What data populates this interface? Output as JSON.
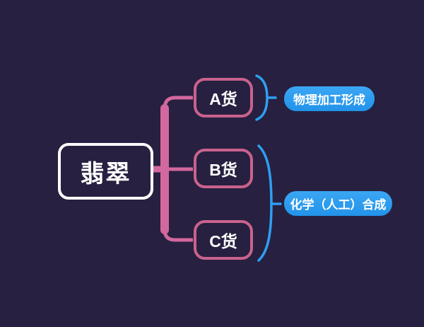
{
  "canvas": {
    "background_color": "#272040"
  },
  "colors": {
    "branch_pink": "#d2689e",
    "node_border_pink": "#c9628d",
    "root_border_white": "#ffffff",
    "accent_blue": "#2e9ff2",
    "text_white": "#ffffff"
  },
  "mindmap": {
    "root": {
      "label": "翡翠"
    },
    "children": [
      {
        "label": "A货"
      },
      {
        "label": "B货"
      },
      {
        "label": "C货"
      }
    ],
    "annotations": [
      {
        "label": "物理加工形成",
        "applies_to": [
          "A货"
        ]
      },
      {
        "label": "化学（人工）合成",
        "applies_to": [
          "B货",
          "C货"
        ]
      }
    ]
  }
}
